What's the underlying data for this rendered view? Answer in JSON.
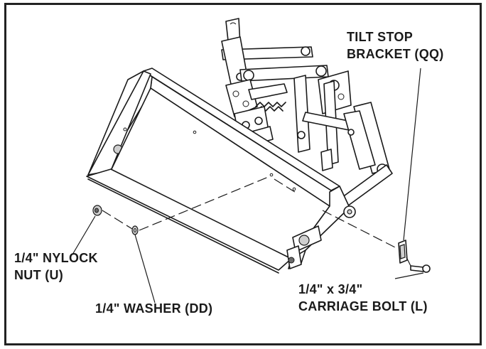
{
  "labels": {
    "tilt_stop_bracket_line1": "TILT STOP",
    "tilt_stop_bracket_line2": "BRACKET (QQ)",
    "nylock_nut_line1": "1/4\" NYLOCK",
    "nylock_nut_line2": "NUT (U)",
    "washer": "1/4\" WASHER (DD)",
    "carriage_bolt_line1": "1/4\" x 3/4\"",
    "carriage_bolt_line2": "CARRIAGE BOLT (L)"
  },
  "colors": {
    "line": "#1a1a1a",
    "shade": "#cfcfcf",
    "background": "#ffffff"
  }
}
